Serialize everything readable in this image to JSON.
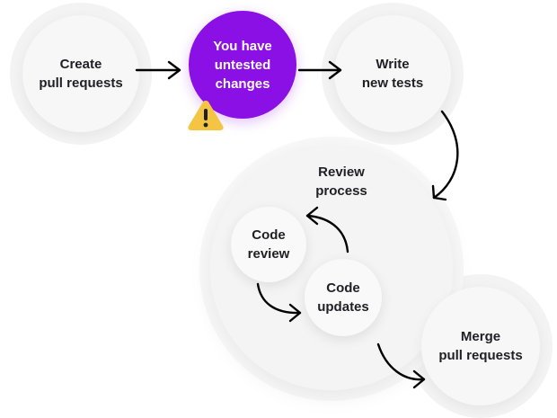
{
  "nodes": {
    "create": "Create\npull requests",
    "untested": "You have\nuntested\nchanges",
    "write": "Write\nnew tests",
    "review_process": "Review\nprocess",
    "code_review": "Code\nreview",
    "code_updates": "Code\nupdates",
    "merge": "Merge\npull requests"
  },
  "icons": {
    "warning": "warning-triangle-icon",
    "arrow": "arrow-icon"
  },
  "colors": {
    "accent": "#8a10e6",
    "warning": "#f4c542",
    "text": "#1f1f24",
    "arrow": "#000000"
  }
}
